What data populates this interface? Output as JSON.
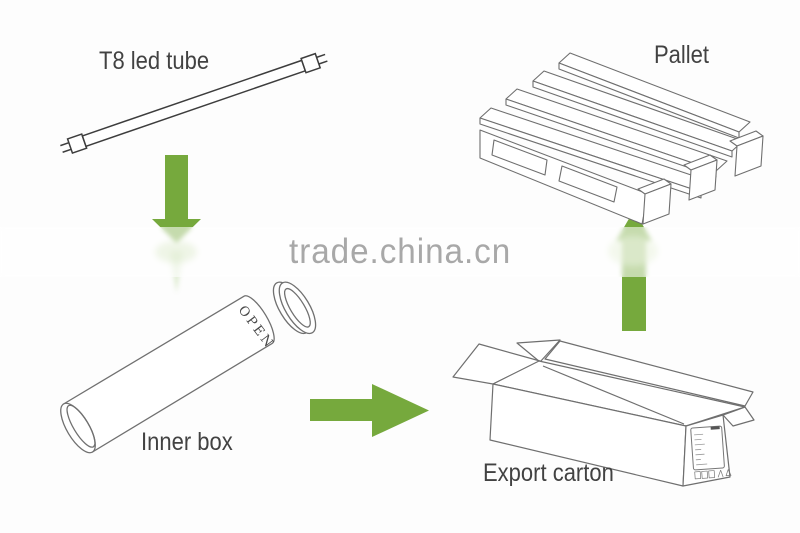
{
  "diagram": {
    "type": "packaging-flow",
    "watermark": "trade.china.cn",
    "steps": [
      {
        "name": "t8-led-tube",
        "label": "T8 led tube"
      },
      {
        "name": "inner-box",
        "label": "Inner box",
        "printed_text": "OPEN"
      },
      {
        "name": "export-carton",
        "label": "Export carton"
      },
      {
        "name": "pallet",
        "label": "Pallet"
      }
    ],
    "arrows": [
      {
        "icon": "down-arrow",
        "from": "T8 led tube",
        "to": "Inner box"
      },
      {
        "icon": "right-arrow",
        "from": "Inner box",
        "to": "Export carton"
      },
      {
        "icon": "up-arrow",
        "from": "Export carton",
        "to": "Pallet"
      }
    ],
    "colors": {
      "arrow_green": "#76a93d",
      "line_art": "#6f6f6f",
      "tube_outline": "#3d3d3d",
      "label_text": "#424242",
      "watermark_gray": "#a8a8a8",
      "background": "#fdfdfd"
    }
  }
}
